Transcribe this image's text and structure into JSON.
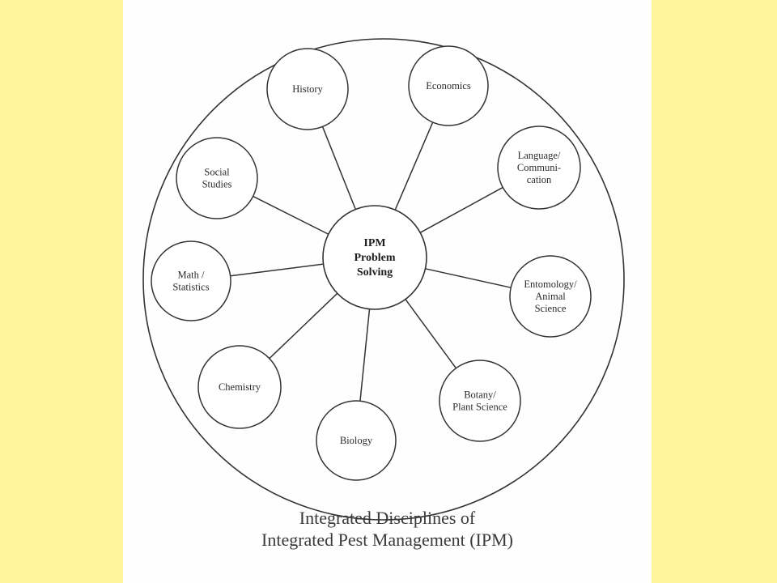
{
  "diagram": {
    "hub": {
      "lines": [
        "IPM",
        "Problem",
        "Solving"
      ]
    },
    "nodes": [
      {
        "key": "history",
        "lines": [
          "History"
        ]
      },
      {
        "key": "economics",
        "lines": [
          "Economics"
        ]
      },
      {
        "key": "language",
        "lines": [
          "Language/",
          "Communi-",
          "cation"
        ]
      },
      {
        "key": "entomology",
        "lines": [
          "Entomology/",
          "Animal",
          "Science"
        ]
      },
      {
        "key": "botany",
        "lines": [
          "Botany/",
          "Plant Science"
        ]
      },
      {
        "key": "biology",
        "lines": [
          "Biology"
        ]
      },
      {
        "key": "chemistry",
        "lines": [
          "Chemistry"
        ]
      },
      {
        "key": "math",
        "lines": [
          "Math /",
          "Statistics"
        ]
      },
      {
        "key": "social",
        "lines": [
          "Social",
          "Studies"
        ]
      }
    ]
  },
  "caption": {
    "line1": "Integrated Disciplines of",
    "line2": "Integrated Pest Management (IPM)"
  },
  "colors": {
    "background": "#FFF59B",
    "paper": "#FEFEFE",
    "stroke": "#333333"
  }
}
